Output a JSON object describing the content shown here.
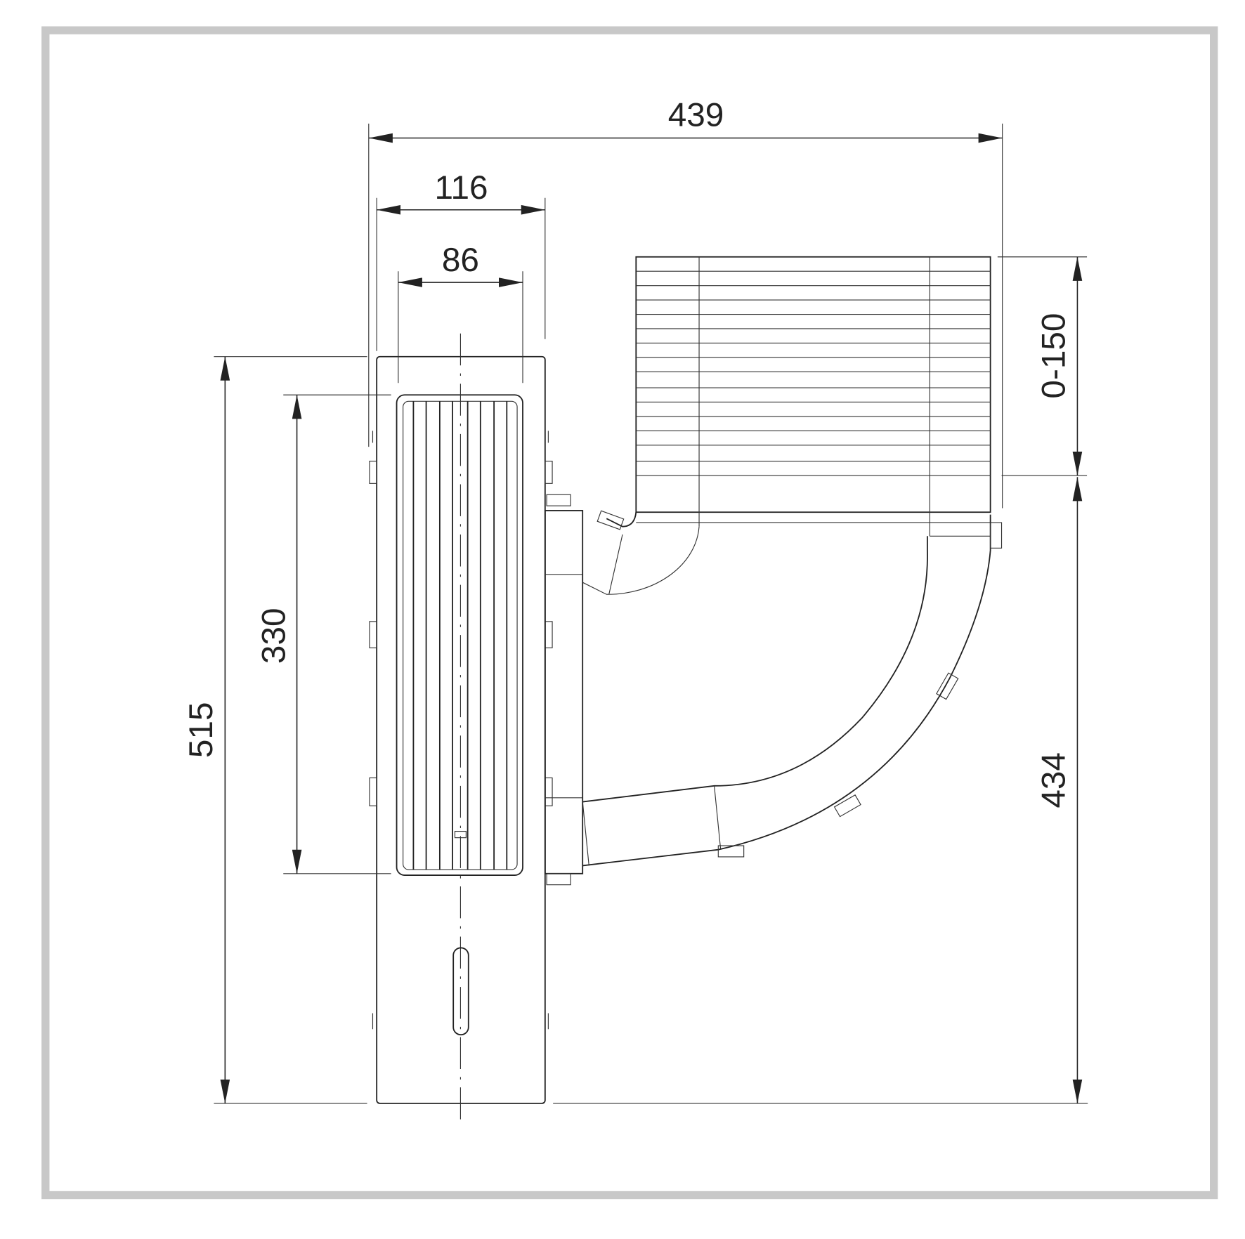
{
  "dimensions": {
    "overall_width": "439",
    "unit_width": "116",
    "grille_width": "86",
    "unit_height": "515",
    "grille_height": "330",
    "adjustable_range": "0-150",
    "duct_height": "434"
  },
  "colors": {
    "frame": "#c8c8c8",
    "line": "#222222"
  }
}
